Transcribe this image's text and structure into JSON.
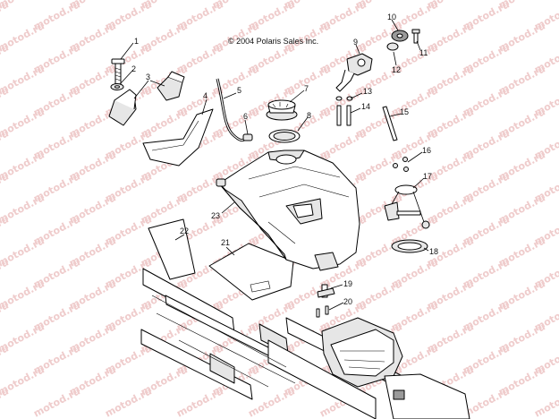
{
  "diagram": {
    "copyright": "© 2004 Polaris Sales Inc.",
    "watermark": "motod.ru",
    "callouts": [
      {
        "id": "c1",
        "label": "1"
      },
      {
        "id": "c2",
        "label": "2"
      },
      {
        "id": "c3",
        "label": "3"
      },
      {
        "id": "c4",
        "label": "4"
      },
      {
        "id": "c5",
        "label": "5"
      },
      {
        "id": "c6",
        "label": "6"
      },
      {
        "id": "c7",
        "label": "7"
      },
      {
        "id": "c8",
        "label": "8"
      },
      {
        "id": "c9",
        "label": "9"
      },
      {
        "id": "c10",
        "label": "10"
      },
      {
        "id": "c11",
        "label": "11"
      },
      {
        "id": "c12",
        "label": "12"
      },
      {
        "id": "c13",
        "label": "13"
      },
      {
        "id": "c14",
        "label": "14"
      },
      {
        "id": "c15",
        "label": "15"
      },
      {
        "id": "c16",
        "label": "16"
      },
      {
        "id": "c17",
        "label": "17"
      },
      {
        "id": "c18",
        "label": "18"
      },
      {
        "id": "c19",
        "label": "19"
      },
      {
        "id": "c20",
        "label": "20"
      },
      {
        "id": "c21",
        "label": "21"
      },
      {
        "id": "c22",
        "label": "22"
      },
      {
        "id": "c23",
        "label": "23"
      }
    ]
  }
}
